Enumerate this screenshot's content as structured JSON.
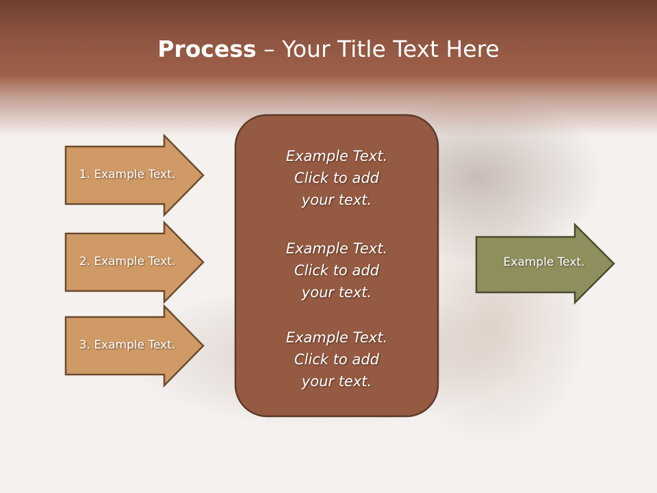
{
  "title": {
    "bold": "Process",
    "rest": " – Your Title Text Here"
  },
  "steps": [
    {
      "label": "1. Example Text."
    },
    {
      "label": "2. Example Text."
    },
    {
      "label": "3. Example Text."
    }
  ],
  "center_blocks": [
    {
      "line1": "Example Text.",
      "line2": "Click  to add",
      "line3": "your text."
    },
    {
      "line1": "Example Text.",
      "line2": "Click  to add",
      "line3": "your text."
    },
    {
      "line1": "Example Text.",
      "line2": "Click  to add",
      "line3": "your text."
    }
  ],
  "output": {
    "label": "Example Text."
  },
  "colors": {
    "step_fill": "#cf9a66",
    "step_stroke": "#6b4a2a",
    "center_fill": "#955a42",
    "center_stroke": "#5c3a2a",
    "output_fill": "#8f8f5e",
    "output_stroke": "#4a4a2e"
  }
}
